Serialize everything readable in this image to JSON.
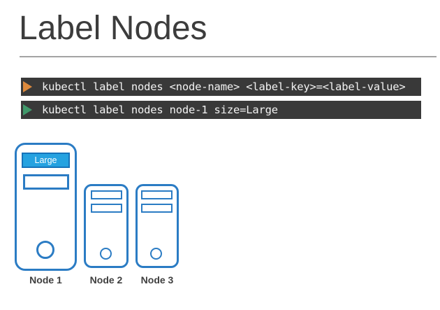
{
  "slide": {
    "title": "Label Nodes"
  },
  "colors": {
    "title_text": "#3C3C3C",
    "divider": "#A4A4A4",
    "terminal_bg": "#393939",
    "terminal_text": "#F2F2F2",
    "node_outline": "#2B7CC4",
    "badge_fill": "#25A2E0",
    "badge_border": "#1573BA",
    "badge_text": "#FFFFFF",
    "caption_text": "#3F3F3F"
  },
  "terminal": {
    "lines": [
      {
        "prompt_icon": "triangle-right",
        "prompt_color": "#DD8A3D",
        "command": "kubectl label nodes <node-name> <label-key>=<label-value>"
      },
      {
        "prompt_icon": "triangle-right",
        "prompt_color": "#41996B",
        "command": "kubectl label nodes node-1 size=Large"
      }
    ]
  },
  "diagram": {
    "nodes": [
      {
        "label": "Node 1",
        "size_label": "Large"
      },
      {
        "label": "Node 2"
      },
      {
        "label": "Node 3"
      }
    ]
  }
}
